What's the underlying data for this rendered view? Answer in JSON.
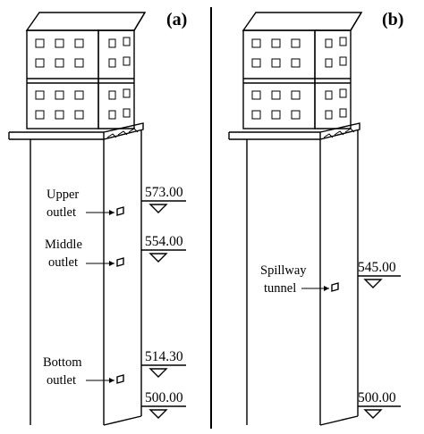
{
  "panels": [
    {
      "label": "(a)",
      "outlets": [
        {
          "name_lines": [
            "Upper",
            "outlet"
          ],
          "elevation": "573.00"
        },
        {
          "name_lines": [
            "Middle",
            "outlet"
          ],
          "elevation": "554.00"
        },
        {
          "name_lines": [
            "Bottom",
            "outlet"
          ],
          "elevation": "514.30"
        }
      ],
      "base_elevation": "500.00"
    },
    {
      "label": "(b)",
      "outlets": [
        {
          "name_lines": [
            "Spillway",
            "tunnel"
          ],
          "elevation": "545.00"
        }
      ],
      "base_elevation": "500.00"
    }
  ]
}
